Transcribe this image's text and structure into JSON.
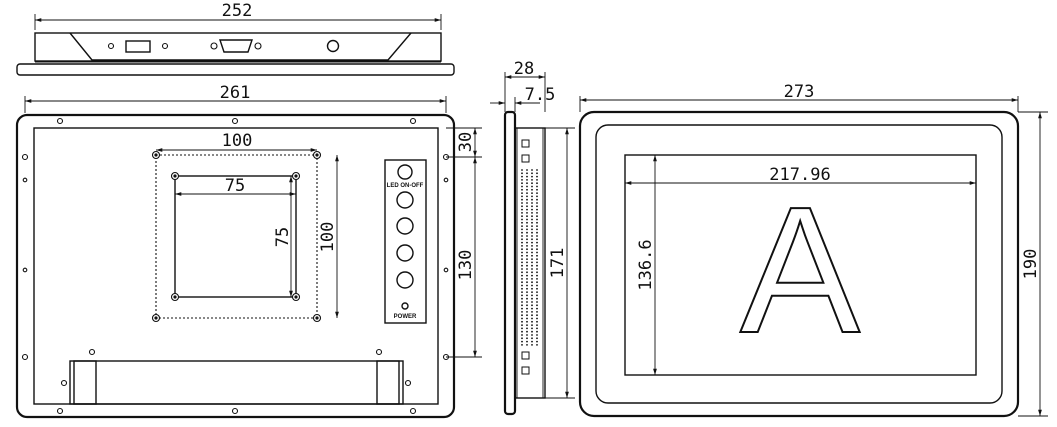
{
  "top_view": {
    "width_label": "252"
  },
  "back_view": {
    "width_label": "261",
    "vesa_outer_label": "100",
    "vesa_inner_label": "75",
    "vesa_inner_v_label": "75",
    "vesa_outer_v_label": "100",
    "top_offset_label": "30",
    "hole_span_label": "130",
    "io_label_top": "LED ON-OFF",
    "io_label_bottom": "POWER"
  },
  "side_view": {
    "depth_label": "28",
    "bezel_label": "7.5",
    "height_label": "171"
  },
  "front_view": {
    "width_label": "273",
    "screen_width_label": "217.96",
    "screen_height_label": "136.6",
    "height_label": "190",
    "screen_letter": "A"
  }
}
